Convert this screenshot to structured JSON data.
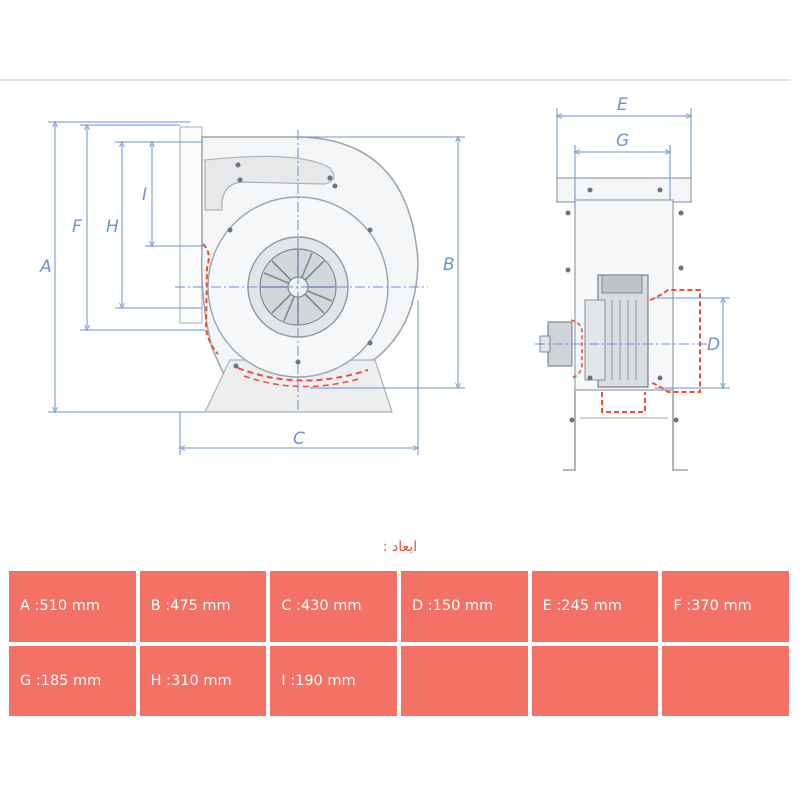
{
  "diagram": {
    "labels": {
      "A": "A",
      "B": "B",
      "C": "C",
      "D": "D",
      "E": "E",
      "F": "F",
      "G": "G",
      "H": "H",
      "I": "I"
    }
  },
  "caption": "ابعاد :",
  "table": {
    "cells": [
      "A :510 mm",
      "B :475 mm",
      "C :430 mm",
      "D :150 mm",
      "E :245 mm",
      "F :370 mm",
      "G :185 mm",
      "H :310 mm",
      "I :190 mm",
      "",
      "",
      ""
    ]
  },
  "colors": {
    "dimension_line": "#6f8fd8",
    "outline": "#9aa4ad",
    "highlight": "#e8503a",
    "table_fill": "#f37265"
  }
}
